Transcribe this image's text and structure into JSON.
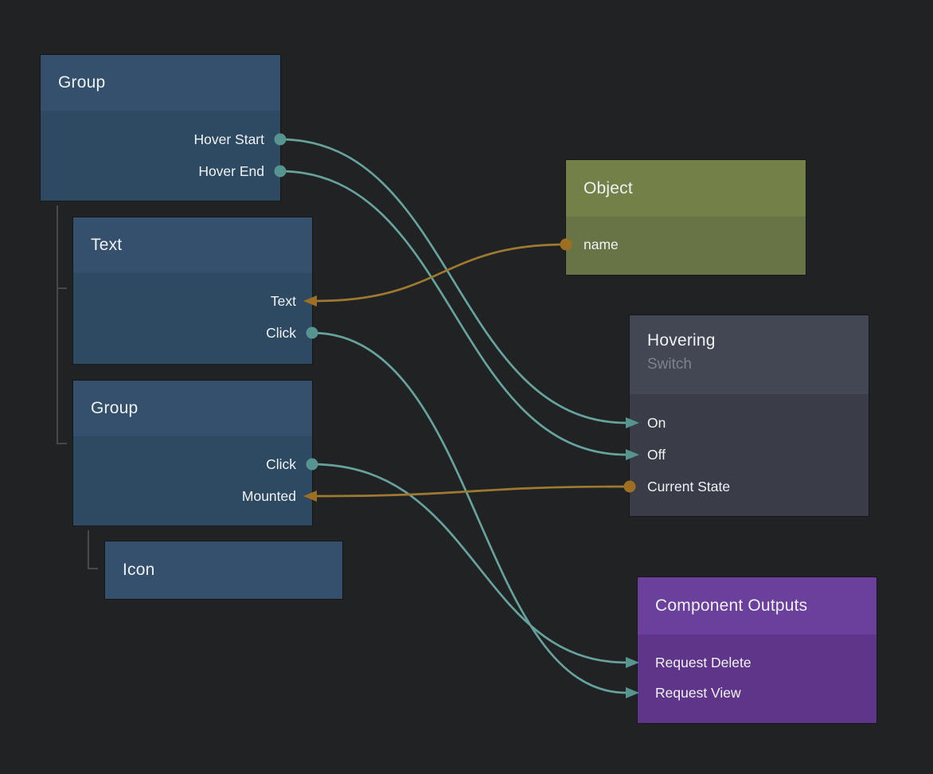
{
  "editor": {
    "background_color": "#212223",
    "type_label": "node-graph-editor"
  },
  "palette": {
    "signal_wire": "#67a29c",
    "data_wire": "#9e7a30",
    "signal_port": "#569490",
    "data_port": "#9c6f22",
    "hierarchy_line": "#48494b",
    "node_blue_header": "#35506c",
    "node_blue_body": "#2e4962",
    "node_olive_header": "#738148",
    "node_olive_body": "#687346",
    "node_gray_header": "#434653",
    "node_gray_body": "#3a3d48",
    "node_purple_header": "#6b3f9c",
    "node_purple_body": "#5e3589"
  },
  "nodes": {
    "group1": {
      "title": "Group",
      "ports": {
        "hover_start": "Hover Start",
        "hover_end": "Hover End"
      }
    },
    "text1": {
      "title": "Text",
      "ports": {
        "text": "Text",
        "click": "Click"
      }
    },
    "group2": {
      "title": "Group",
      "ports": {
        "click": "Click",
        "mounted": "Mounted"
      }
    },
    "icon1": {
      "title": "Icon"
    },
    "object1": {
      "title": "Object",
      "ports": {
        "name": "name"
      }
    },
    "hovering": {
      "title": "Hovering",
      "subtitle": "Switch",
      "ports": {
        "on": "On",
        "off": "Off",
        "current_state": "Current State"
      }
    },
    "component_outputs": {
      "title": "Component Outputs",
      "ports": {
        "request_delete": "Request Delete",
        "request_view": "Request View"
      }
    }
  },
  "connections": [
    {
      "from": "Group / Hover Start",
      "to": "Hovering (Switch) / On",
      "kind": "signal"
    },
    {
      "from": "Group / Hover End",
      "to": "Hovering (Switch) / Off",
      "kind": "signal"
    },
    {
      "from": "Object / name",
      "to": "Text / Text",
      "kind": "data"
    },
    {
      "from": "Text / Click",
      "to": "Component Outputs / Request View",
      "kind": "signal"
    },
    {
      "from": "Group / Click",
      "to": "Component Outputs / Request Delete",
      "kind": "signal"
    },
    {
      "from": "Hovering (Switch) / Current State",
      "to": "Group / Mounted",
      "kind": "data"
    }
  ],
  "hierarchy": [
    {
      "parent": "Group",
      "children": [
        "Text",
        "Group"
      ]
    },
    {
      "parent": "Group",
      "children": [
        "Icon"
      ]
    }
  ]
}
